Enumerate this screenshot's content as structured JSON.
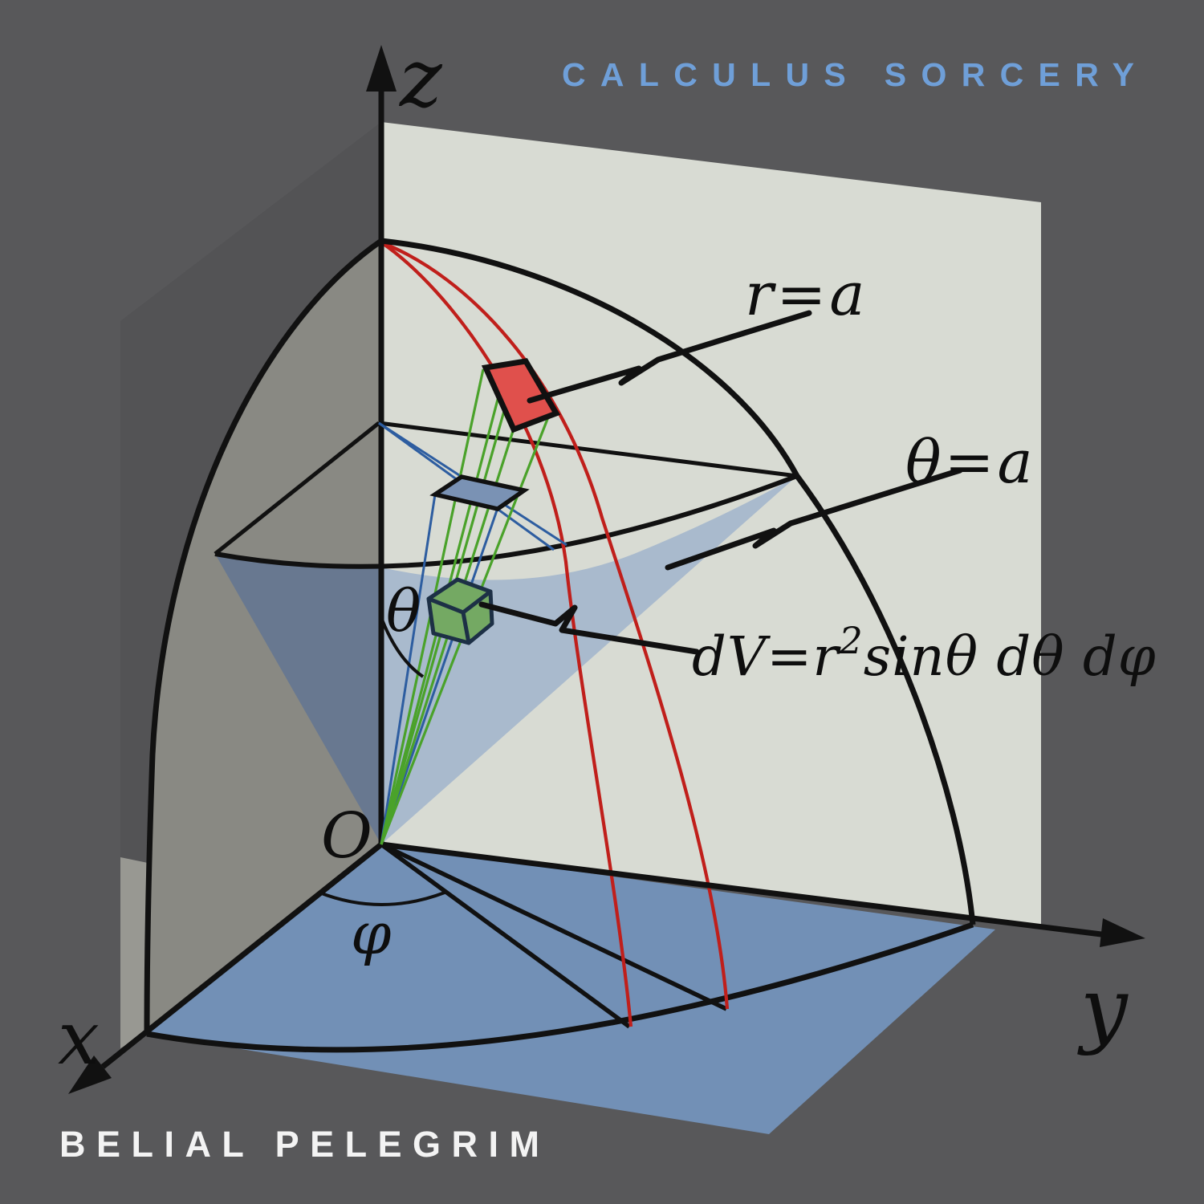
{
  "album": {
    "title": "CALCULUS SORCERY",
    "artist": "BELIAL PELEGRIM"
  },
  "diagram": {
    "axes": {
      "x": "x",
      "y": "y",
      "z": "z"
    },
    "origin": "O",
    "angles": {
      "polar": "θ",
      "azimuthal": "φ"
    },
    "labels": {
      "sphere_radius": "r=a",
      "cone_angle": "θ=a",
      "volume_pre": "dV=r",
      "volume_sup": "2",
      "volume_post": "sinθ dθ dφ"
    },
    "colors": {
      "background": "#58585a",
      "back_plane": "#d8dbd3",
      "side_plane": "#535355",
      "side_plane_in_sphere": "#898983",
      "side_plane_strip": "#989892",
      "floor": "#7290b6",
      "cone_outer": "#687890",
      "cone_inner": "#a9bacd",
      "sphere_patch_red": "#e0504c",
      "area_patch_blue": "#7a92b4",
      "volume_cube_green": "#74a963",
      "cube_edge": "#1d3046",
      "meridian_red": "#c01f1b",
      "ray_green": "#4aa22a",
      "ray_blue": "#2d5da0",
      "line_black": "#111111",
      "title_blue": "#6f9fd8",
      "artist_white": "#f3f3f3"
    }
  }
}
